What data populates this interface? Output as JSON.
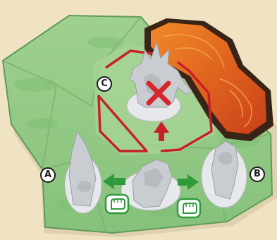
{
  "callouts": {
    "a": "A",
    "b": "B",
    "c": "C"
  },
  "colors": {
    "background": "#efe3c4",
    "grass": "#93c98a",
    "grass_dark": "#6fae6c",
    "lava": "#e0641f",
    "rock": "#3a2418",
    "zone_border": "#c8202a",
    "blocked_mark": "#d8262b",
    "move_arrow": "#c8202a",
    "push_arrow": "#2f9a3a",
    "miniature": "#c9ccd0",
    "base": "#e6e8eb"
  },
  "icons": {
    "blocked": "cross-icon",
    "move": "up-arrow-icon",
    "push_left": "left-arrow-icon",
    "push_right": "right-arrow-icon",
    "strike_left": "fist-icon",
    "strike_right": "fist-icon"
  }
}
